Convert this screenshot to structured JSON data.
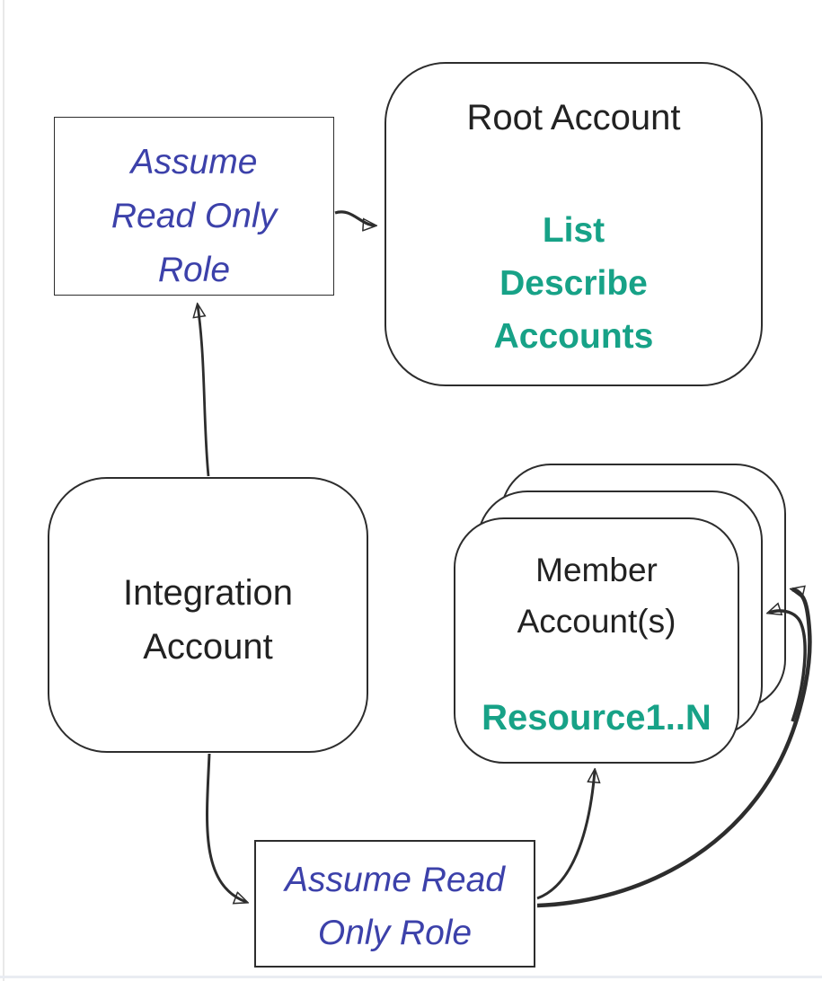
{
  "colors": {
    "background": "#ffffff",
    "ink": "#2d2d2d",
    "role_blue": "#3c41aa",
    "action_green": "#17a287"
  },
  "nodes": {
    "root_account": {
      "title": "Root Account",
      "actions": [
        "List",
        "Describe",
        "Accounts"
      ]
    },
    "assume_role_top": {
      "full_text": "Assume Read Only Role",
      "lines": [
        "Assume",
        "Read Only",
        "Role"
      ]
    },
    "integration_account": {
      "full_text": "Integration Account",
      "lines": [
        "Integration",
        "Account"
      ]
    },
    "member_accounts": {
      "full_title": "Member Account(s)",
      "title_lines": [
        "Member",
        "Account(s)"
      ],
      "resources_label": "Resource1..N",
      "stack_count": 3
    },
    "assume_role_bottom": {
      "full_text": "Assume Read Only Role",
      "lines": [
        "Assume Read",
        "Only Role"
      ]
    }
  },
  "edges": [
    {
      "from": "assume-read-only-role-top",
      "to": "root-account"
    },
    {
      "from": "integration-account",
      "to": "assume-read-only-role-top"
    },
    {
      "from": "integration-account",
      "to": "assume-read-only-role-bottom"
    },
    {
      "from": "assume-read-only-role-bottom",
      "to": "member-account-front"
    },
    {
      "from": "assume-read-only-role-bottom",
      "to": "member-account-back"
    },
    {
      "from": "assume-read-only-role-bottom",
      "to": "member-account-middle"
    }
  ]
}
